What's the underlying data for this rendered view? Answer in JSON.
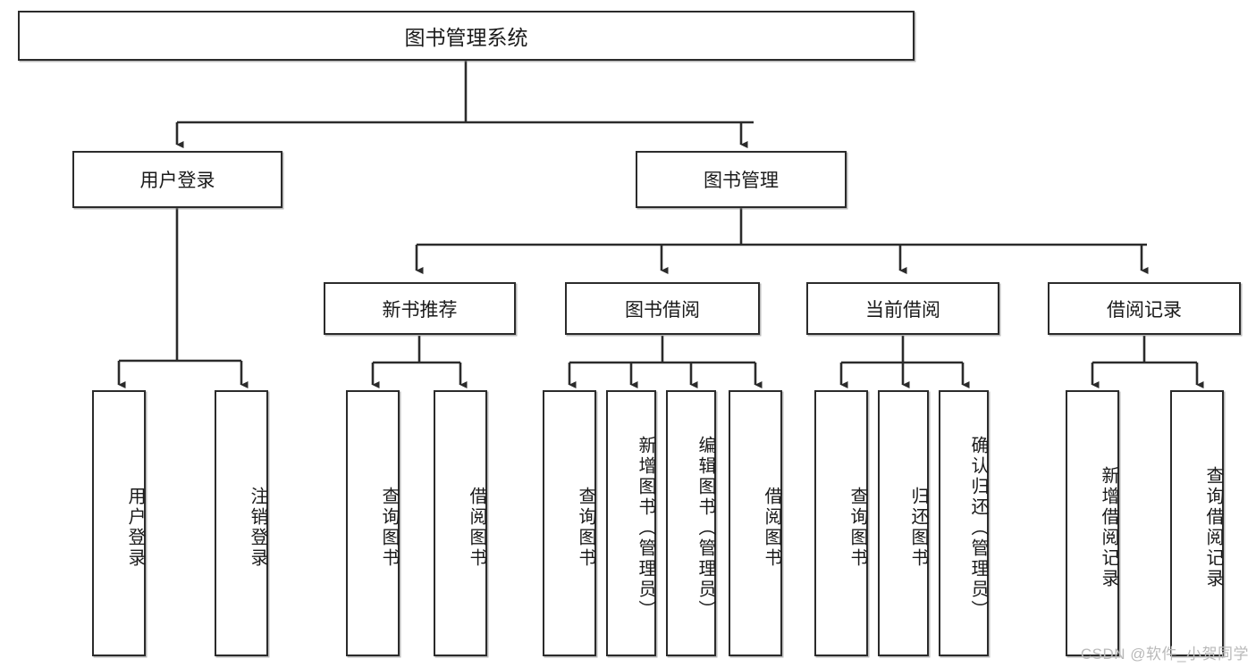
{
  "diagram": {
    "title": "图书管理系统",
    "type": "hierarchy-tree",
    "watermark": "CSDN @软件_小贺同学",
    "colors": {
      "box_border": "#2b2b2b",
      "box_fill": "#ffffff",
      "connector": "#2b2b2b",
      "text": "#1a1a1a",
      "watermark": "#b9b9b9",
      "background": "#ffffff"
    },
    "nodes": {
      "root": {
        "label": "图书管理系统"
      },
      "level1": [
        {
          "id": "user-login",
          "label": "用户登录"
        },
        {
          "id": "book-manage",
          "label": "图书管理"
        }
      ],
      "level2": [
        {
          "id": "new-book-rec",
          "label": "新书推荐"
        },
        {
          "id": "book-borrow",
          "label": "图书借阅"
        },
        {
          "id": "current-borrow",
          "label": "当前借阅"
        },
        {
          "id": "borrow-record",
          "label": "借阅记录"
        }
      ],
      "leaves": [
        {
          "id": "leaf-user-login",
          "label": "用户登录",
          "parent": "user-login"
        },
        {
          "id": "leaf-user-logout",
          "label": "注销登录",
          "parent": "user-login"
        },
        {
          "id": "leaf-query-book-1",
          "label": "查询图书",
          "parent": "new-book-rec"
        },
        {
          "id": "leaf-borrow-book-1",
          "label": "借阅图书",
          "parent": "new-book-rec"
        },
        {
          "id": "leaf-query-book-2",
          "label": "查询图书",
          "parent": "book-borrow"
        },
        {
          "id": "leaf-add-book",
          "label": "新增图书（管理员）",
          "parent": "book-borrow"
        },
        {
          "id": "leaf-edit-book",
          "label": "编辑图书（管理员）",
          "parent": "book-borrow"
        },
        {
          "id": "leaf-borrow-book-2",
          "label": "借阅图书",
          "parent": "book-borrow"
        },
        {
          "id": "leaf-query-book-3",
          "label": "查询图书",
          "parent": "current-borrow"
        },
        {
          "id": "leaf-return-book",
          "label": "归还图书",
          "parent": "current-borrow"
        },
        {
          "id": "leaf-confirm-return",
          "label": "确认归还（管理员）",
          "parent": "current-borrow"
        },
        {
          "id": "leaf-add-record",
          "label": "新增借阅记录",
          "parent": "borrow-record"
        },
        {
          "id": "leaf-query-record",
          "label": "查询借阅记录",
          "parent": "borrow-record"
        }
      ]
    }
  }
}
